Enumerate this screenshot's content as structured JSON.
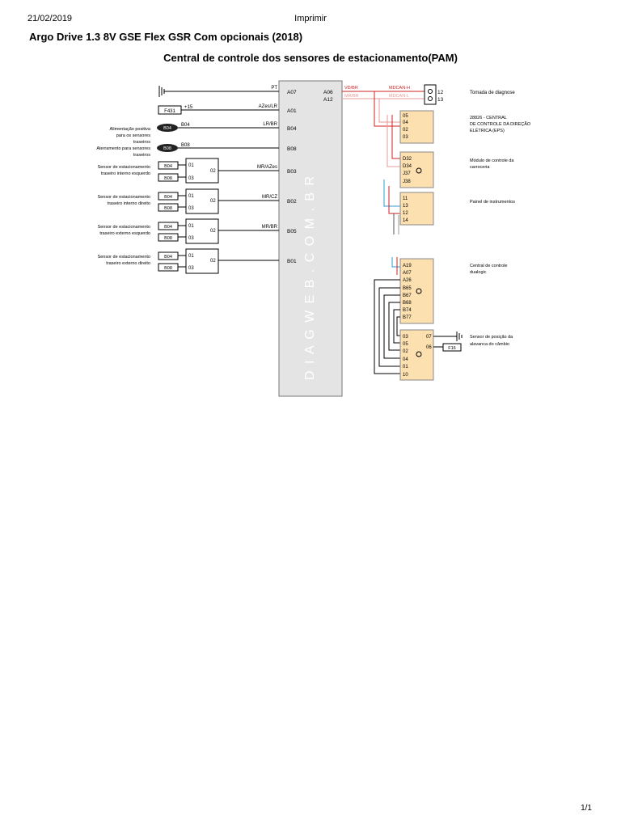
{
  "header": {
    "date": "21/02/2019",
    "center": "Imprimir"
  },
  "title": "Argo Drive 1.3 8V GSE Flex GSR Com opcionais (2018)",
  "subtitle": "Central de controle dos sensores de estacionamento(PAM)",
  "footer": {
    "page": "1/1"
  },
  "watermark": "D I A G W E B . C O M . B R",
  "diagram": {
    "central_pins": [
      "A07",
      "A01",
      "B04",
      "B08",
      "B03",
      "B02",
      "B05",
      "B01"
    ],
    "central_right_pins": [
      "A06",
      "A12"
    ],
    "wires": [
      {
        "pin": "A07",
        "color_label": "PT"
      },
      {
        "pin": "A01",
        "color_label": "AZes/LR"
      },
      {
        "pin": "B04",
        "color_label": "LR/BR"
      },
      {
        "pin": "B08",
        "color_label": ""
      },
      {
        "pin": "B03",
        "color_label": "MR/AZes"
      },
      {
        "pin": "B02",
        "color_label": "MR/CZ"
      },
      {
        "pin": "B05",
        "color_label": "MR/BR"
      },
      {
        "pin": "B01",
        "color_label": ""
      }
    ],
    "can_wires": [
      {
        "pin": "A06",
        "color_label": "VD/BR",
        "bus": "MDCAN-H",
        "color": "#cc2222"
      },
      {
        "pin": "A12",
        "color_label": "MR/BR",
        "bus": "MDCAN-L",
        "color": "#e89999"
      }
    ],
    "fuse_left": {
      "label": "F431",
      "value": "+15"
    },
    "power_tags": [
      {
        "tag": "B04",
        "pin_label": "B04",
        "desc": [
          "Alimentação positiva",
          "para os sensores",
          "traseiros"
        ]
      },
      {
        "tag": "B08",
        "pin_label": "B08",
        "desc": [
          "Aterramento para sensores",
          "traseiros"
        ]
      }
    ],
    "sensors": [
      {
        "desc": [
          "Sensor de estacionamento",
          "traseiro interno esquerdo"
        ],
        "tags": [
          "B04",
          "B08"
        ],
        "pins": [
          "01",
          "03"
        ],
        "out": "02"
      },
      {
        "desc": [
          "Sensor de estacionamento",
          "traseiro interno direito"
        ],
        "tags": [
          "B04",
          "B08"
        ],
        "pins": [
          "01",
          "03"
        ],
        "out": "02"
      },
      {
        "desc": [
          "Sensor de estacionamento",
          "traseiro externo esquerdo"
        ],
        "tags": [
          "B04",
          "B08"
        ],
        "pins": [
          "01",
          "03"
        ],
        "out": "02"
      },
      {
        "desc": [
          "Sensor de estacionamento",
          "traseiro externo direito"
        ],
        "tags": [
          "B04",
          "B08"
        ],
        "pins": [
          "01",
          "03"
        ],
        "out": "02"
      }
    ],
    "modules": [
      {
        "name": [
          "Tomada de diagnose"
        ],
        "pins": [
          "12",
          "13"
        ]
      },
      {
        "name": [
          "28826 - CENTRAL",
          "DE CONTROLE DA DIREÇÃO",
          "ELÉTRICA (EPS)"
        ],
        "pins": [
          "05",
          "04",
          "02",
          "03"
        ]
      },
      {
        "name": [
          "Módulo de controle da",
          "carroceria"
        ],
        "pins": [
          "D32",
          "D34",
          "J37",
          "J38"
        ]
      },
      {
        "name": [
          "Painel de instrumentos"
        ],
        "pins": [
          "11",
          "13",
          "12",
          "14"
        ]
      },
      {
        "name": [
          "Central de controle",
          "dualogic"
        ],
        "pins": [
          "A19",
          "A07",
          "A26",
          "B65",
          "B67",
          "B68",
          "B74",
          "B77"
        ]
      },
      {
        "name": [
          "Sensor de posição da",
          "alavanca do câmbio"
        ],
        "pins": [
          "03",
          "05",
          "02",
          "04",
          "01",
          "10"
        ],
        "right_pins": [
          "07",
          "06"
        ],
        "fuse": "F16"
      }
    ]
  }
}
